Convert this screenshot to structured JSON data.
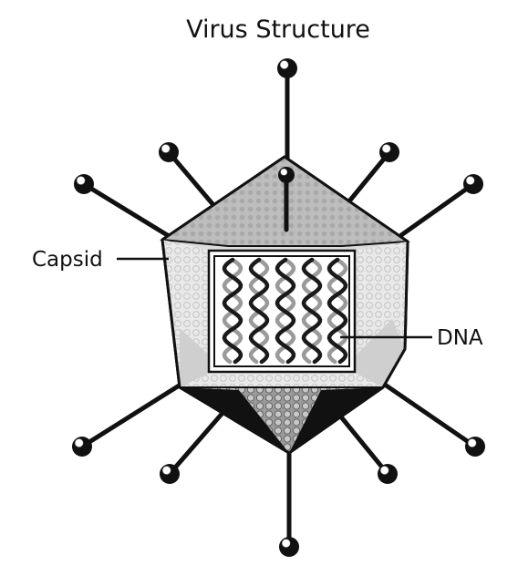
{
  "diagram": {
    "title": "Virus Structure",
    "labels": {
      "capsid": "Capsid",
      "dna": "DNA"
    },
    "colors": {
      "outline": "#111111",
      "capsid_light": "#e6e6e6",
      "capsid_top": "#b9b9b9",
      "capsid_bottom": "#8f8f8f",
      "dna_strand_dark": "#1a1a1a",
      "dna_strand_light": "#9a9a9a"
    }
  }
}
